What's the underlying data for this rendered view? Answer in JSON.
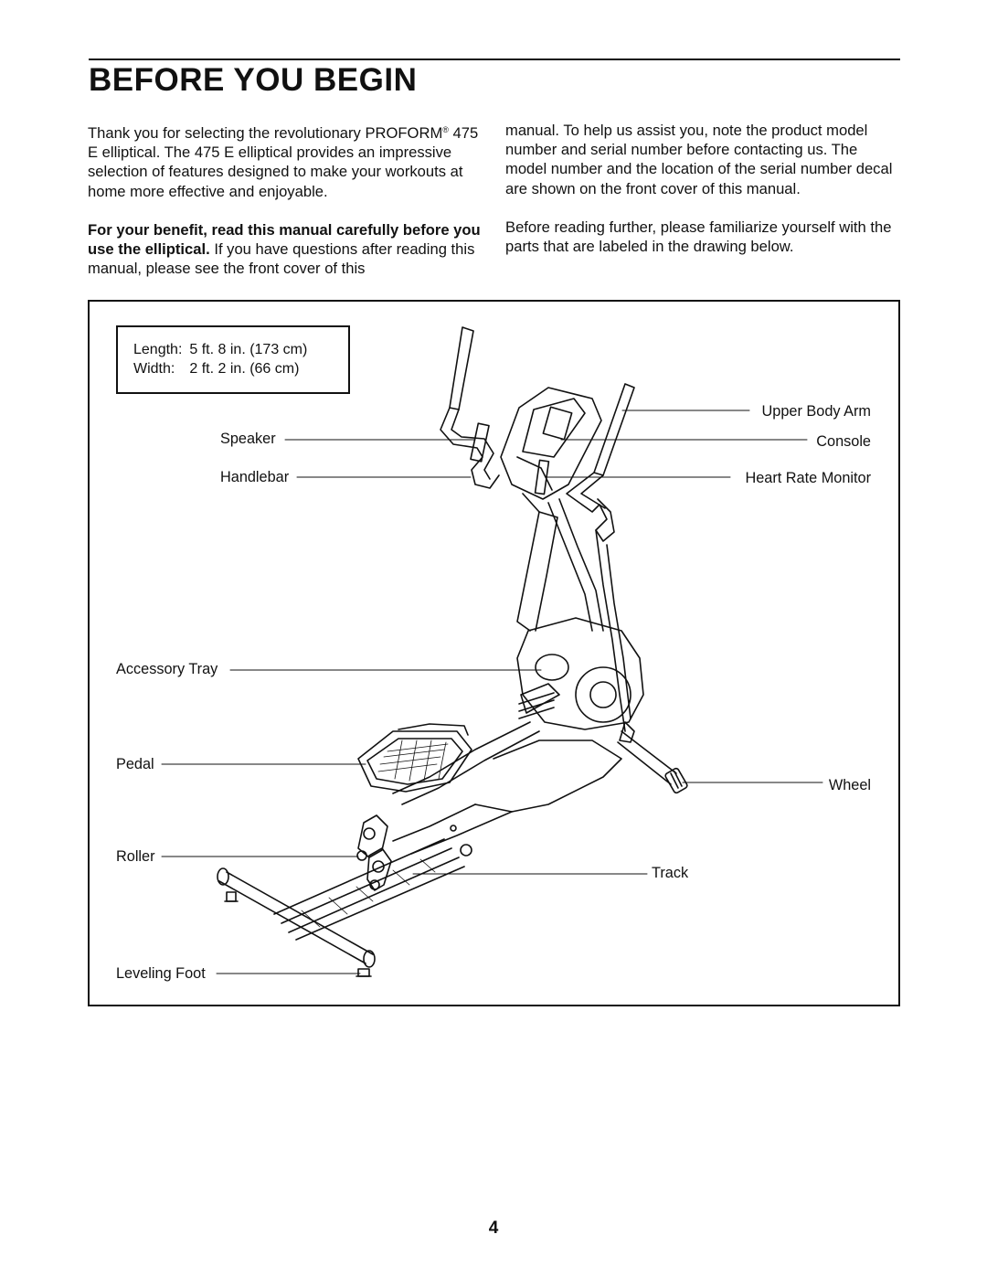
{
  "page": {
    "title": "BEFORE YOU BEGIN",
    "page_number": "4"
  },
  "intro": {
    "p1_a": "Thank you for selecting the revolutionary PROFORM",
    "p1_reg": "®",
    "p1_b": " 475 E elliptical. The 475 E elliptical provides an impressive selection of features designed to make your workouts at home more effective and enjoyable.",
    "p2_bold": "For your benefit, read this manual carefully before you use the elliptical.",
    "p2_rest": " If you have questions after reading this manual, please see the front cover of this manual. To help us assist you, note the product model number and serial number before contacting us. The model number and the location of the serial number decal are shown on the front cover of this manual.",
    "p3": "Before reading further, please familiarize yourself with the parts that are labeled in the drawing below."
  },
  "dimensions": {
    "length_label": "Length:",
    "length_value": "5 ft. 8 in. (173 cm)",
    "width_label": "Width:",
    "width_value": "2 ft. 2 in. (66 cm)"
  },
  "parts": {
    "speaker": "Speaker",
    "handlebar": "Handlebar",
    "accessory_tray": "Accessory Tray",
    "pedal": "Pedal",
    "roller": "Roller",
    "leveling_foot": "Leveling Foot",
    "upper_body_arm": "Upper Body Arm",
    "console": "Console",
    "heart_rate_monitor": "Heart Rate Monitor",
    "wheel": "Wheel",
    "track": "Track"
  },
  "illustration": {
    "subject": "elliptical-trainer-line-drawing"
  }
}
